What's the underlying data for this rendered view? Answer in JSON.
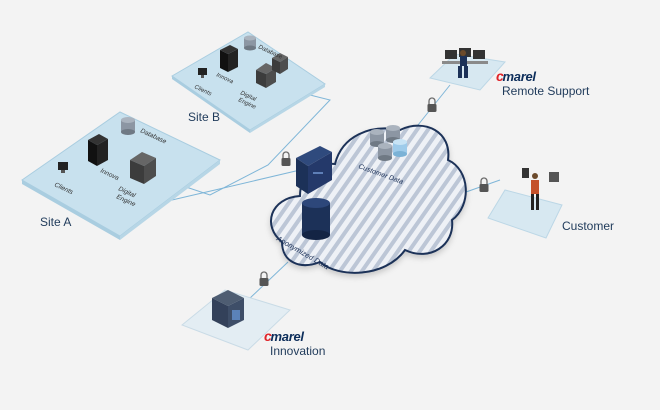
{
  "sites": {
    "site_a": {
      "name": "Site A",
      "database": "Database",
      "innova": "Innova",
      "clients": "Clients",
      "digital_engine_1": "Digital",
      "digital_engine_2": "Engine"
    },
    "site_b": {
      "name": "Site B",
      "database": "Database",
      "innova": "Innova",
      "clients": "Clients",
      "digital_engine_1": "Digital",
      "digital_engine_2": "Engine"
    }
  },
  "cloud": {
    "customer_data": "Customer Data",
    "anonymized_data": "Anonymized Data"
  },
  "endpoints": {
    "remote_support": {
      "brand": "marel",
      "label": "Remote Support"
    },
    "customer": {
      "label": "Customer"
    },
    "innovation": {
      "brand": "marel",
      "label": "Innovation"
    }
  },
  "colors": {
    "platform": "#c8e1ee",
    "link": "#7fb6d8",
    "navy": "#1c3158",
    "brand_red": "#e0252b"
  }
}
